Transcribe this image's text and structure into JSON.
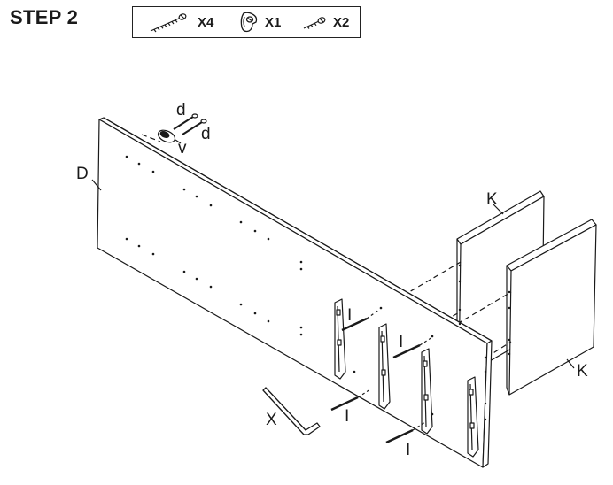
{
  "step": {
    "title": "STEP 2"
  },
  "parts": [
    {
      "icon": "long-screw-icon",
      "qty": "X4"
    },
    {
      "icon": "cam-lock-icon",
      "qty": "X1"
    },
    {
      "icon": "short-screw-icon",
      "qty": "X2"
    }
  ],
  "labels": {
    "panel_d": "D",
    "cam_v": "v",
    "screw_d1": "d",
    "screw_d2": "d",
    "panel_k1": "K",
    "panel_k2": "K",
    "allen_key": "X",
    "bracket_screw": "I"
  },
  "colors": {
    "line": "#1a1a1a",
    "panel_fill": "#ffffff"
  }
}
